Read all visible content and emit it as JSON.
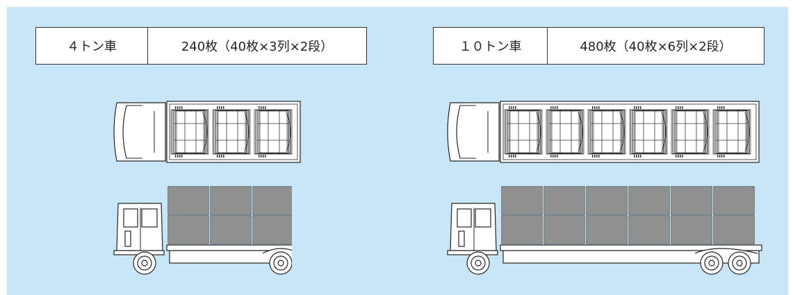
{
  "trucks": [
    {
      "name": "４トン車",
      "capacity": "240枚（40枚×3列×2段）"
    },
    {
      "name": "１０トン車",
      "capacity": "480枚（40枚×6列×2段）"
    }
  ]
}
